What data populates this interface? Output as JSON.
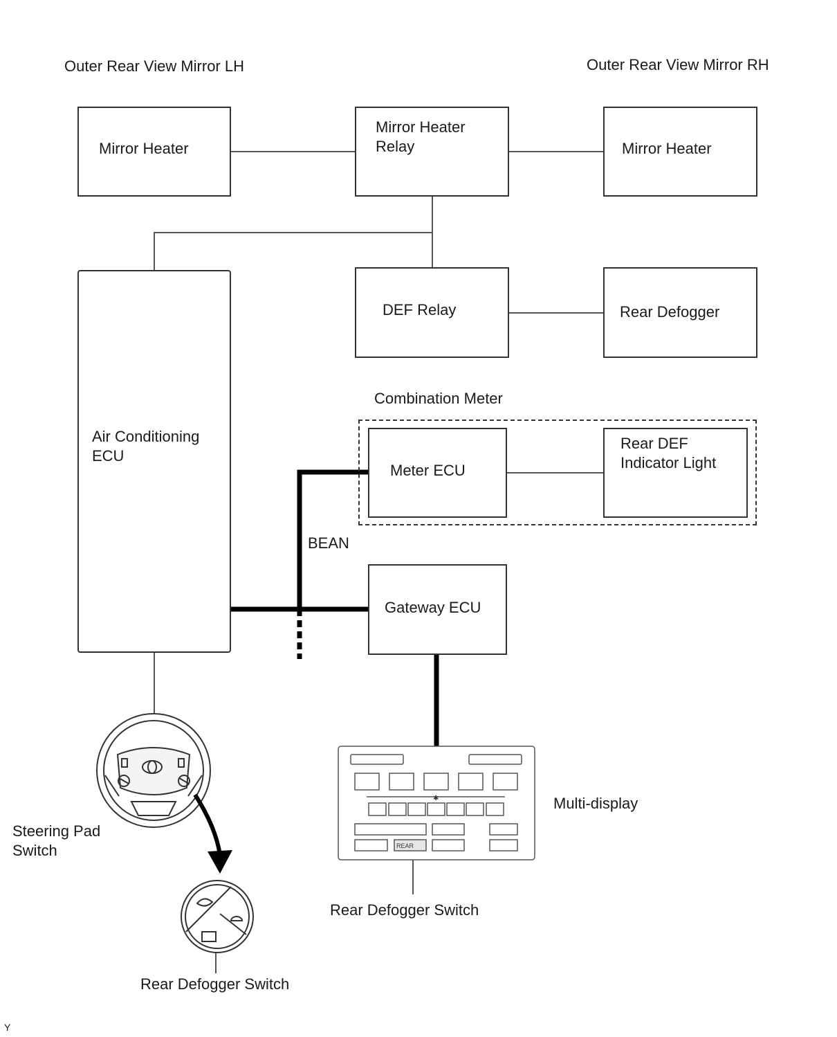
{
  "labels": {
    "mirror_lh_group": "Outer Rear View Mirror LH",
    "mirror_rh_group": "Outer Rear View Mirror RH",
    "combination_meter": "Combination Meter",
    "bean": "BEAN",
    "multi_display": "Multi-display",
    "steering_pad_line1": "Steering Pad",
    "steering_pad_line2": "Switch",
    "rear_defogger_switch_display": "Rear Defogger Switch",
    "rear_defogger_switch_steering": "Rear Defogger Switch",
    "corner_mark": "Y"
  },
  "boxes": {
    "mirror_heater_lh": [
      "Mirror Heater"
    ],
    "mirror_heater_relay": [
      "Mirror Heater",
      "Relay"
    ],
    "mirror_heater_rh": [
      "Mirror Heater"
    ],
    "def_relay": [
      "DEF Relay"
    ],
    "rear_defogger": [
      "Rear Defogger"
    ],
    "air_conditioning_ecu": [
      "Air Conditioning",
      "ECU"
    ],
    "meter_ecu": [
      "Meter ECU"
    ],
    "rear_def_indicator": [
      "Rear DEF",
      "Indicator Light"
    ],
    "gateway_ecu": [
      "Gateway ECU"
    ]
  },
  "multi_display_button_text": "REAR"
}
